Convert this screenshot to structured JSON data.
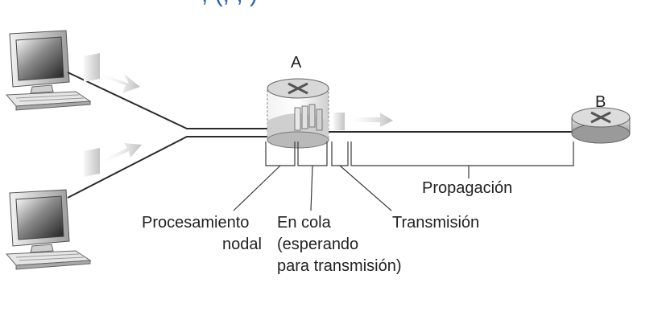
{
  "title_fragment": ", (, , )",
  "nodes": {
    "router_a": "A",
    "router_b": "B"
  },
  "delays": {
    "processing": [
      "Procesamiento",
      "nodal"
    ],
    "queue": [
      "En cola",
      "(esperando",
      "para transmisión)"
    ],
    "transmission": "Transmisión",
    "propagation": "Propagación"
  },
  "colors": {
    "title": "#2a63b8",
    "lines": "#2b2b2b",
    "router": "#c9c9c9",
    "monitor": "#d6d6d6"
  },
  "icons": [
    "computer-icon",
    "router-icon",
    "packet-icon",
    "arrow-icon"
  ]
}
